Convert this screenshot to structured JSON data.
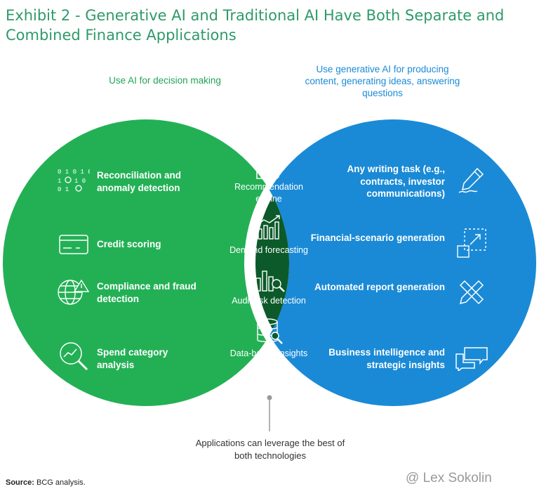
{
  "title": "Exhibit 2 - Generative AI and Traditional AI Have Both Separate and Combined Finance Applications",
  "colors": {
    "title": "#2f9a6a",
    "traditional_ai": "#23b055",
    "generative_ai": "#1a8ad6",
    "overlap": "#0c5a2a"
  },
  "left": {
    "header": "Use AI for decision making",
    "items": [
      {
        "label": "Reconciliation and anomaly detection",
        "icon": "binary-gears-icon"
      },
      {
        "label": "Credit scoring",
        "icon": "credit-card-icon"
      },
      {
        "label": "Compliance and fraud detection",
        "icon": "globe-warning-icon"
      },
      {
        "label": "Spend category analysis",
        "icon": "chart-magnifier-icon"
      }
    ]
  },
  "right": {
    "header": "Use generative AI for producing content, generating ideas, answering questions",
    "items": [
      {
        "label": "Any writing task (e.g., contracts, investor communications)",
        "icon": "pen-icon"
      },
      {
        "label": "Financial-scenario generation",
        "icon": "scenario-arrow-icon"
      },
      {
        "label": "Automated report generation",
        "icon": "pencil-ruler-icon"
      },
      {
        "label": "Business intelligence and strategic insights",
        "icon": "chat-bubbles-icon"
      }
    ]
  },
  "overlap": {
    "items": [
      {
        "label": "Recommendation engine",
        "icon": "thumbs-up-icon"
      },
      {
        "label": "Demand forecasting",
        "icon": "bar-chart-up-icon"
      },
      {
        "label": "Audit risk detection",
        "icon": "bars-magnifier-icon"
      },
      {
        "label": "Data-based insights",
        "icon": "database-search-icon"
      }
    ]
  },
  "note": "Applications can leverage the best of both technologies",
  "source": {
    "label": "Source:",
    "text": "BCG analysis."
  },
  "watermark": "@ Lex Sokolin"
}
